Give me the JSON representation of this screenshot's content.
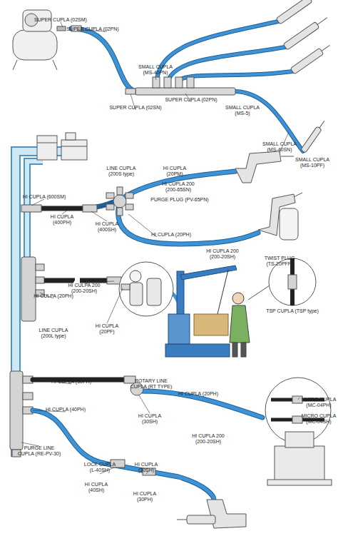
{
  "diagram": {
    "labels": [
      "SUPER CUPLA (02SM)",
      "SUPER CUPLA (02PN)",
      "SMALL CUPLA (MS-40PN)",
      "SMALL CUPLA (MS-10PF)",
      "SMALL CUPLA (MS-40SN)",
      "SMALL CUPLA (MS-5)",
      "SUPER CUPLA (02PN)",
      "SUPER CUPLA (02SN)",
      "HI CUPLA (20PM)",
      "LINE CUPLA (200S type)",
      "HI CUPLA 200 (200-65SN)",
      "PURGE PLUG (PV-65PN)",
      "HI CUPLA (600SM)",
      "HI CUPLA (400PH)",
      "HI CUPLA (400SH)",
      "HI CUPLA (20PH)",
      "HI CUPLA 200 (200-20SH)",
      "TWIST PLUG (TS-20PFF)",
      "HI CULPA 200 (200-20SH)",
      "HI CULPA (20PH)",
      "HI CUPLA (20PF)",
      "LINE CUPLA (200L type)",
      "TSP CUPLA (TSP type)",
      "MICRO CUPLA (MC-04PH)",
      "MICRO CUPLA (MC-04SH)",
      "HI CUPLA (30PH)",
      "ROTARY LINE CUPLA (RT TYPE)",
      "HI CUPLA (20PH)",
      "HI CUPLA (30SH)",
      "HI CUPLA (40PH)",
      "HI CUPLA 200 (200-20SH)",
      "PURGE LINE CUPLA (RE-PV-30)",
      "LOCK CUPLA (L-40SH)",
      "HI CUPLA (30SH)",
      "HI CUPLA (40SH)",
      "HI CUPLA (30PH)"
    ]
  }
}
